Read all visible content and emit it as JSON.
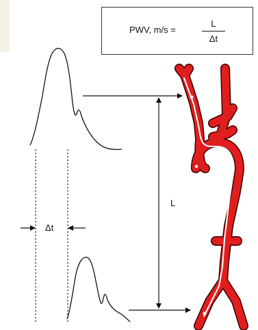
{
  "formula": {
    "lhs": "PWV, m/s =",
    "numerator": "L",
    "denominator": "Δt"
  },
  "labels": {
    "distance": "L",
    "time_delay": "Δt"
  },
  "colors": {
    "artery_fill": "#e01e1e",
    "artery_outline": "#3a0000",
    "path_line": "#ffffff",
    "line": "#111111"
  }
}
